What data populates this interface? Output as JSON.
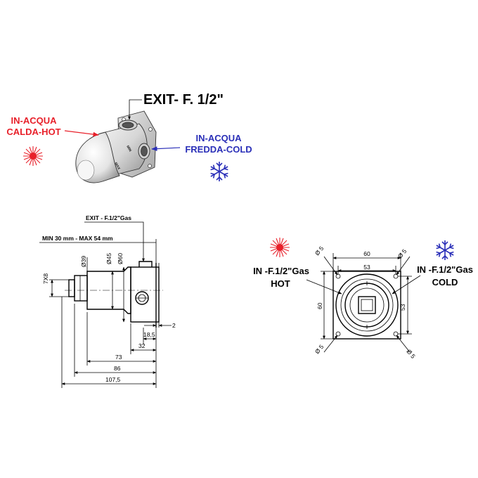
{
  "colors": {
    "hot": "#e8202a",
    "cold": "#2a2fb8",
    "line": "#000000"
  },
  "icons": {
    "hot": "sun-icon",
    "cold": "snowflake-icon"
  },
  "product_view": {
    "exit_label": "EXIT- F. 1/2\"",
    "hot_line1": "IN-ACQUA",
    "hot_line2": "CALDA-HOT",
    "cold_line1": "IN-ACQUA",
    "cold_line2": "FREDDA-COLD",
    "body_mark_max": "MAX",
    "body_mark_min": "MIN"
  },
  "side_view": {
    "exit_label": "EXIT - F.1/2\"Gas",
    "range_label": "MIN 30 mm - MAX 54 mm",
    "d39": "Ø39",
    "d45": "Ø45",
    "d60": "Ø60",
    "spindle": "7X8",
    "dim_2": "2",
    "dim_18_5": "18,5",
    "dim_32": "32",
    "dim_73": "73",
    "dim_86": "86",
    "dim_107_5": "107,5"
  },
  "front_view": {
    "width_outer": "60",
    "width_inner": "53",
    "height_outer": "60",
    "height_inner": "53",
    "hole_tl": "Ø 5",
    "hole_tr": "Ø 5",
    "hole_bl": "Ø 5",
    "hole_br": "Ø 5",
    "in_hot_line1": "IN -F.1/2\"Gas",
    "in_hot_line2": "HOT",
    "in_cold_line1": "IN -F.1/2\"Gas",
    "in_cold_line2": "COLD"
  }
}
